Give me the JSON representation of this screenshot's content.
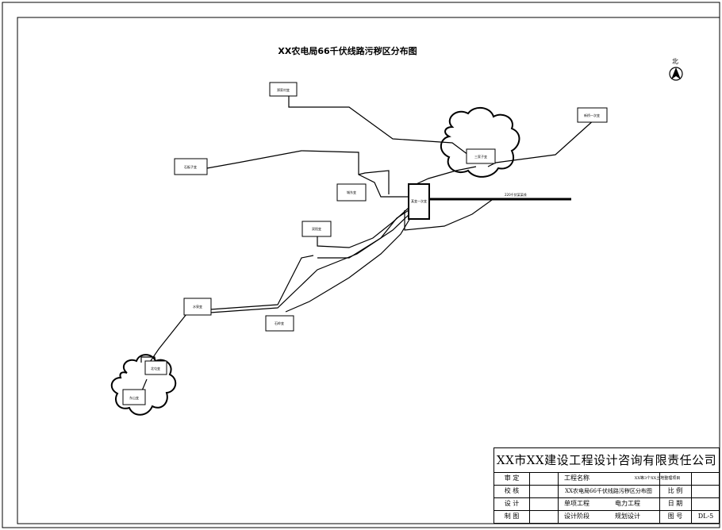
{
  "drawing_title": "XX农电局66千伏线路污秽区分布图",
  "north_label": "北",
  "north_symbol": "A",
  "main_line_label": "220千伏某某线",
  "substations": [
    {
      "id": "top",
      "label": "郑家村变"
    },
    {
      "id": "right",
      "label": "新桥一次变"
    },
    {
      "id": "leftmid",
      "label": "石板子变"
    },
    {
      "id": "sanjia",
      "label": "三家子变"
    },
    {
      "id": "center",
      "label": "城东变"
    },
    {
      "id": "hub",
      "label": "某变一次变"
    },
    {
      "id": "midleft",
      "label": "双阳变"
    },
    {
      "id": "west",
      "label": "水泉变"
    },
    {
      "id": "south",
      "label": "石岭变"
    },
    {
      "id": "sw1",
      "label": "北屯变"
    },
    {
      "id": "sw2",
      "label": "东山变"
    }
  ],
  "title_block": {
    "company": "XX市XX建设工程设计咨询有限责任公司",
    "rows": [
      {
        "role": "审 定",
        "field_label": "工程名称",
        "field_value": "XX等3个XX土地整理项目",
        "extra_label": "",
        "extra_value": ""
      },
      {
        "role": "校 核",
        "field_label": "XX农电局66千伏线路污秽区分布图",
        "field_value": "",
        "extra_label": "比 例",
        "extra_value": ""
      },
      {
        "role": "设 计",
        "field_label": "单项工程",
        "field_value": "电力工程",
        "extra_label": "日 期",
        "extra_value": ""
      },
      {
        "role": "制 图",
        "field_label": "设计阶段",
        "field_value": "规划设计",
        "extra_label": "图 号",
        "extra_value": "DL-5"
      }
    ]
  }
}
